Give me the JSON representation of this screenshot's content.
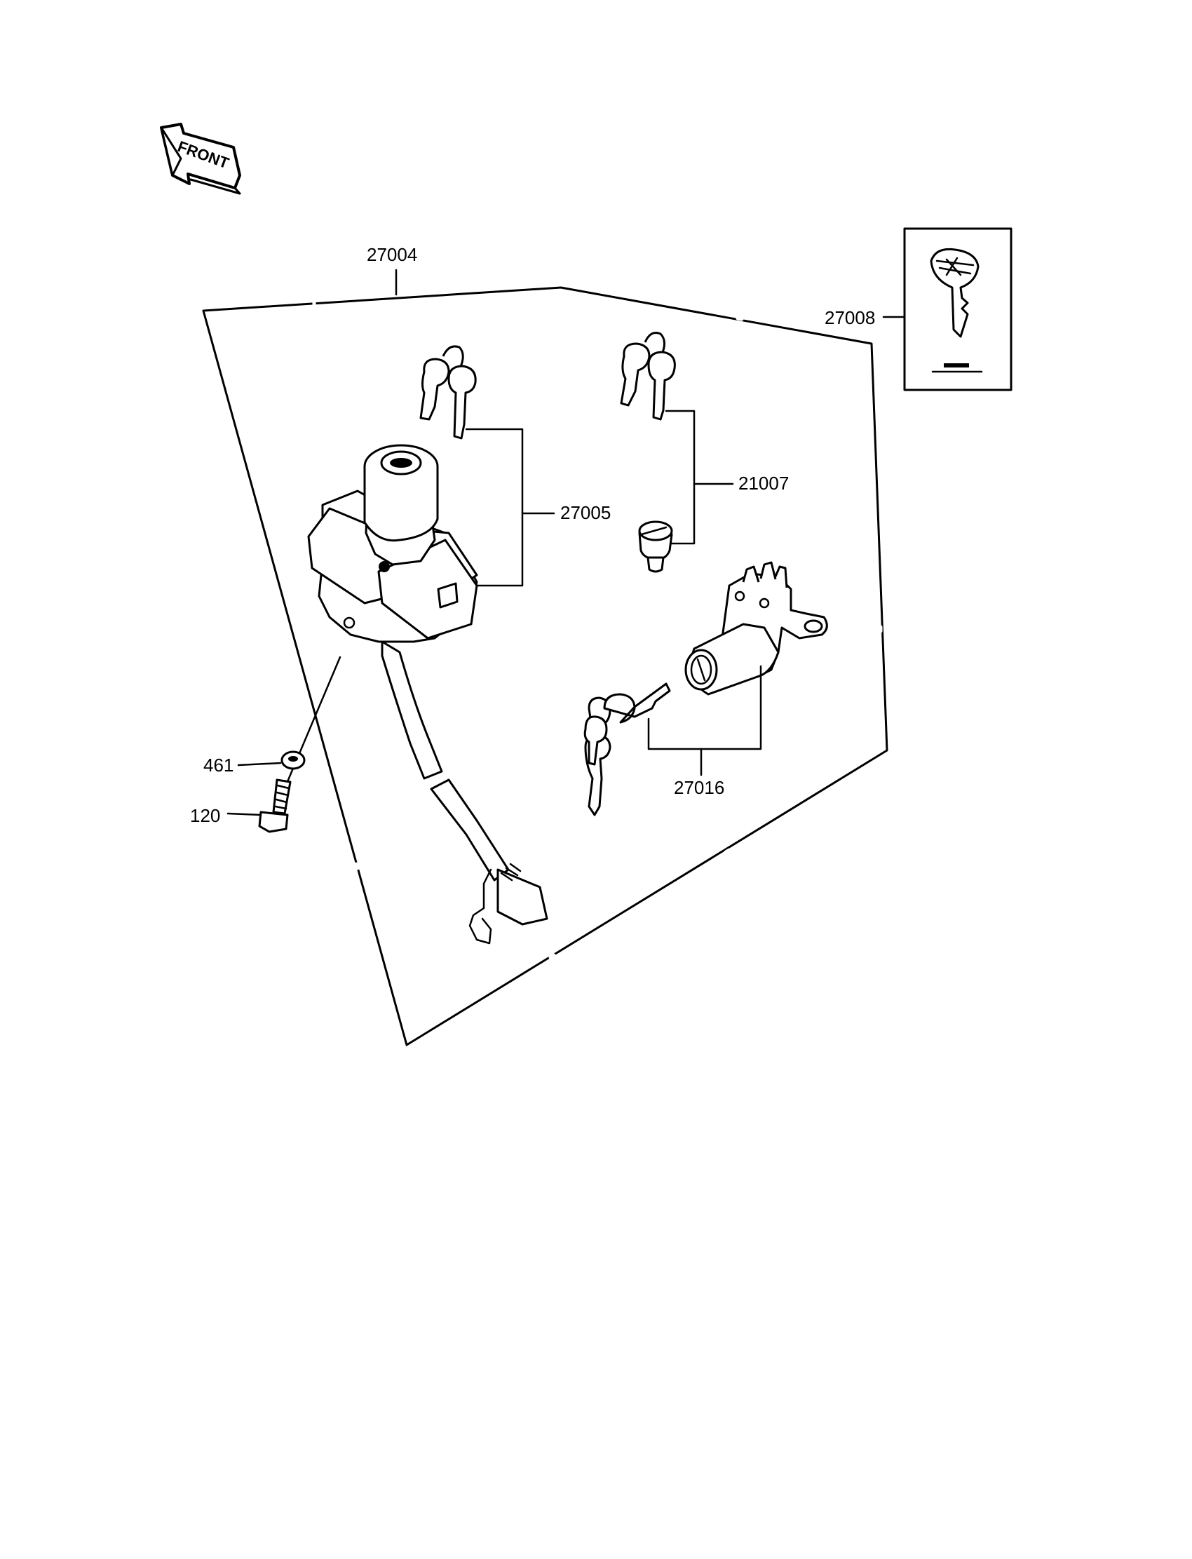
{
  "front_arrow": {
    "label": "FRONT"
  },
  "parts": {
    "p27004": "27004",
    "p27005": "27005",
    "p21007": "21007",
    "p27008": "27008",
    "p27016": "27016",
    "p461": "461",
    "p120": "120"
  },
  "icons": {
    "front_arrow": "arrow-left-icon",
    "key": "key-icon",
    "ignition_switch": "ignition-switch",
    "seat_lock": "lock-cylinder",
    "fuel_cap_lock": "lock-cylinder"
  }
}
